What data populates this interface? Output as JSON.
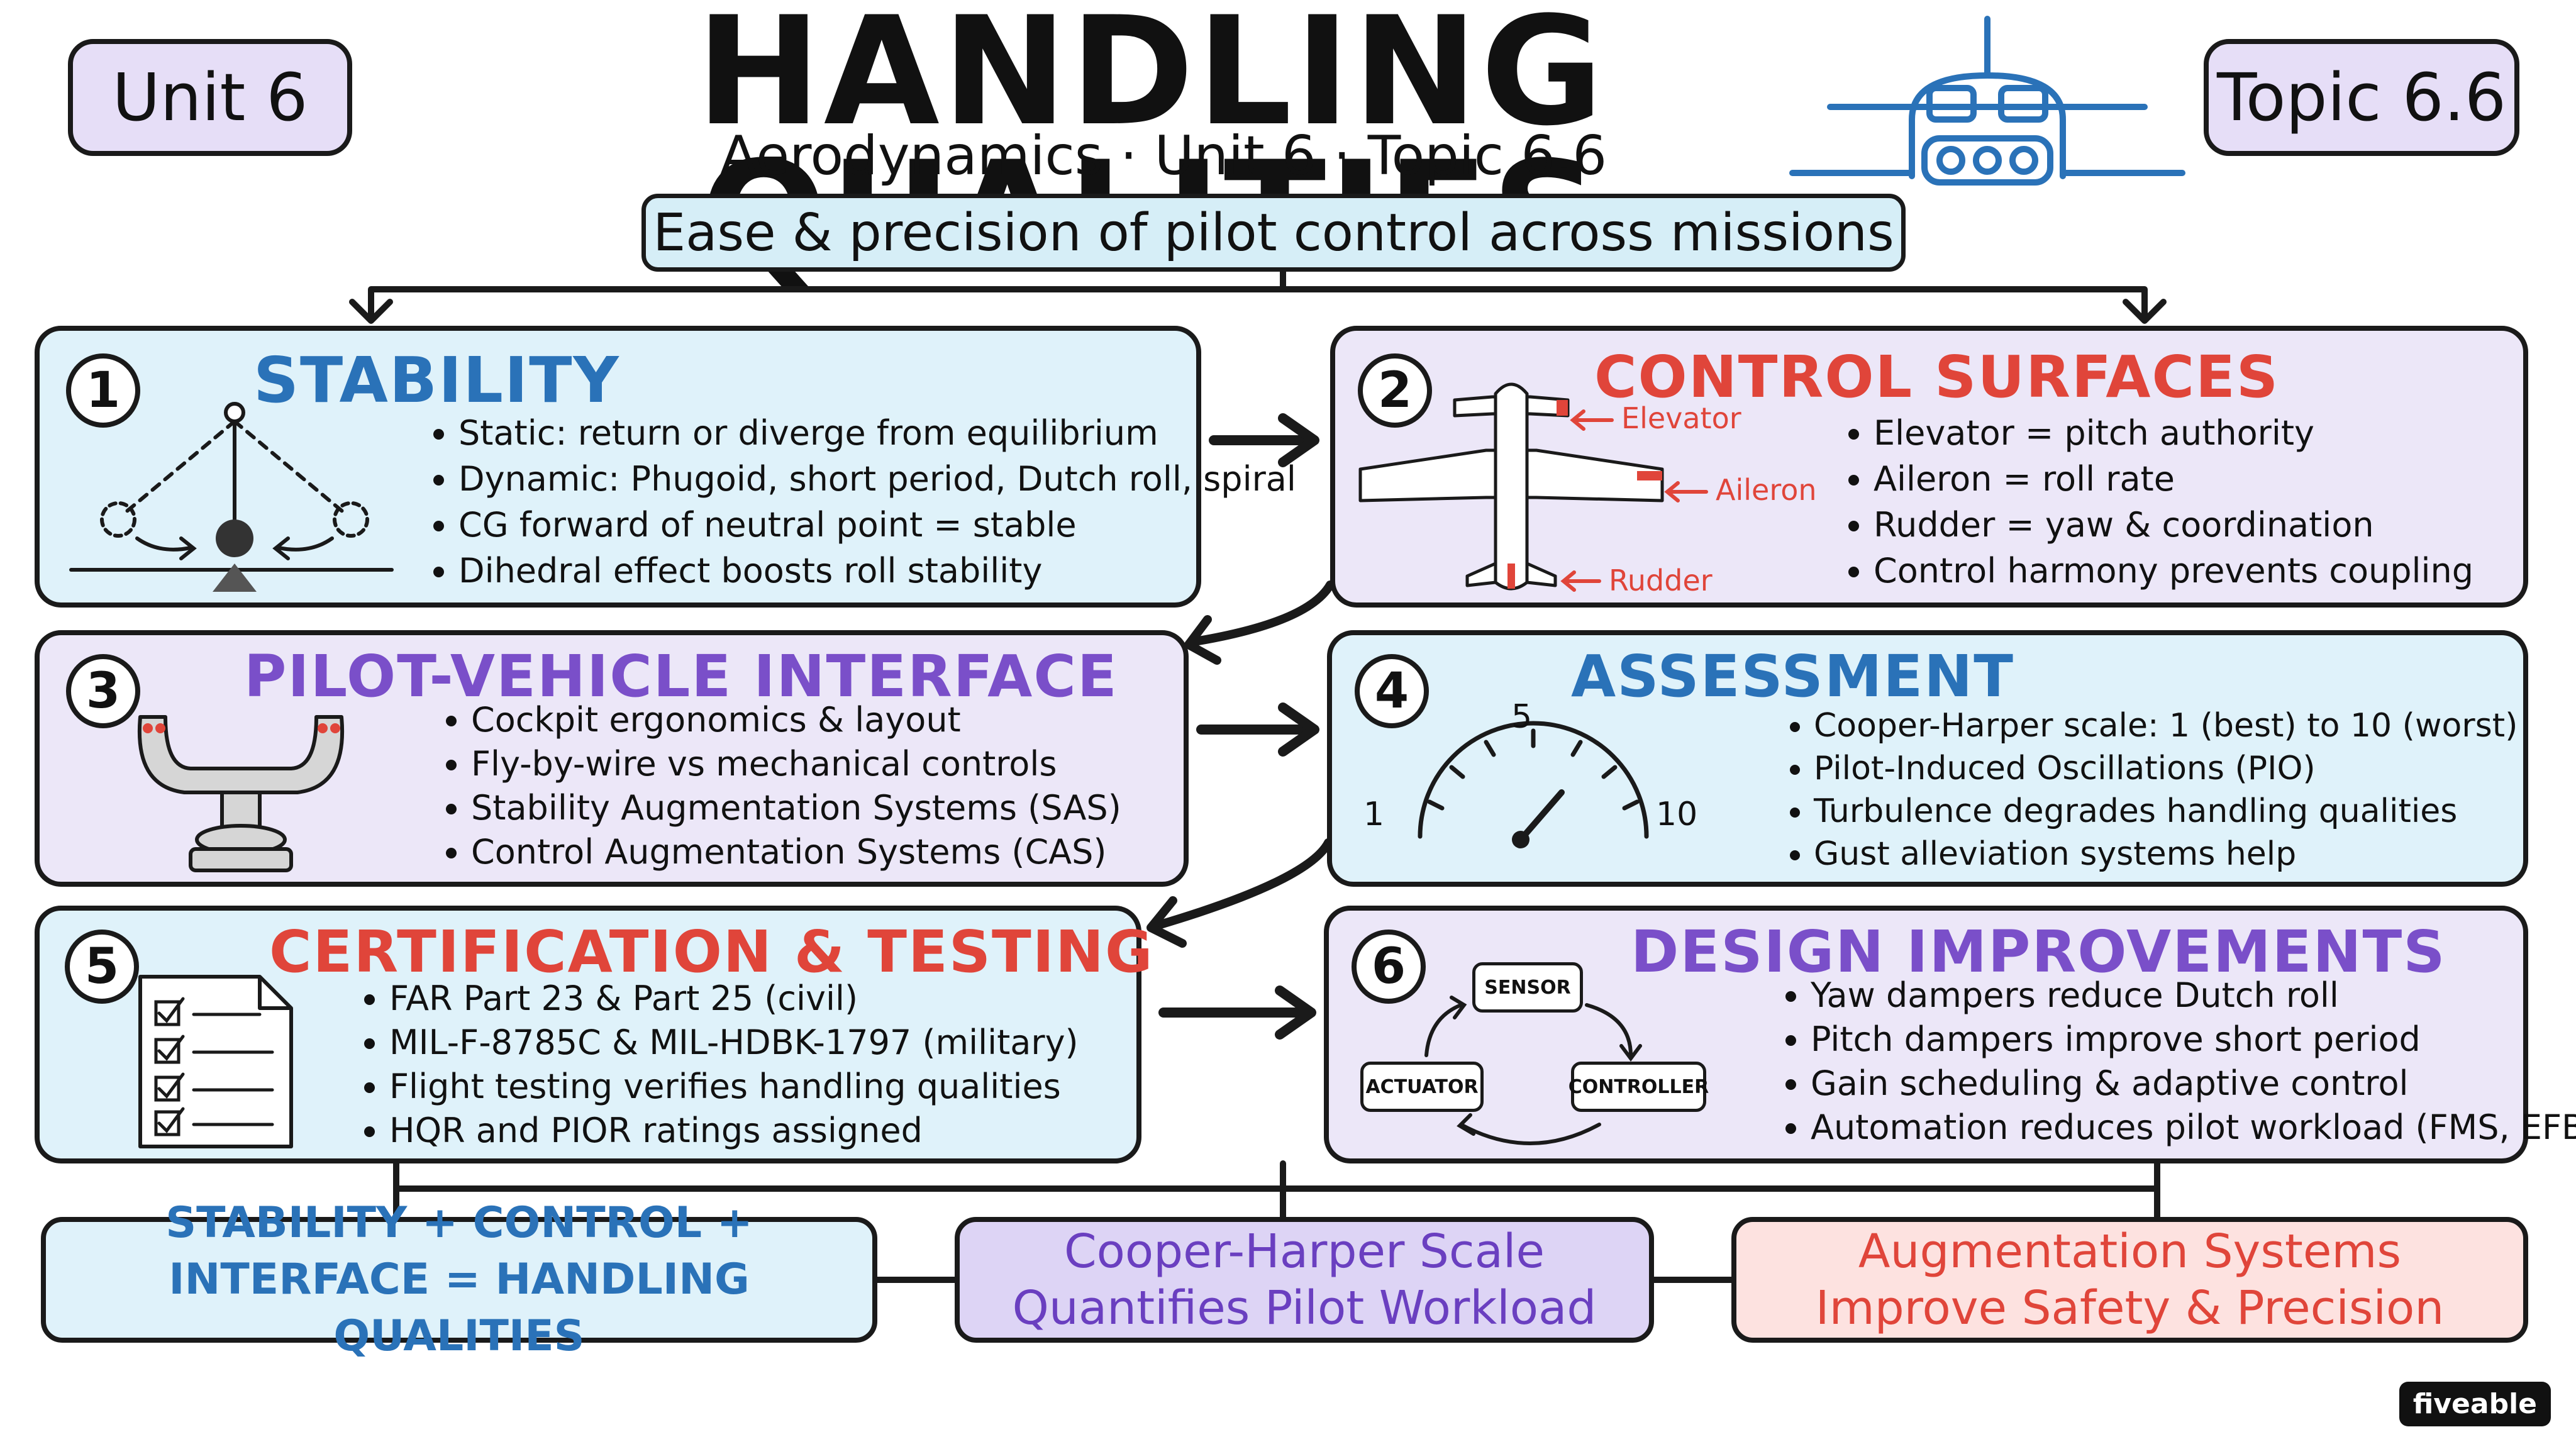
{
  "header": {
    "unit_tag": "Unit 6",
    "topic_tag": "Topic 6.6",
    "title": "HANDLING QUALITIES",
    "subtitle": "Aerodynamics · Unit 6 · Topic 6.6",
    "tagline": "Ease & precision of pilot control across missions"
  },
  "panels": [
    {
      "number": "1",
      "title": "STABILITY",
      "bullets": [
        "Static: return or diverge from equilibrium",
        "Dynamic: Phugoid, short period, Dutch roll, spiral",
        "CG forward of neutral point = stable",
        "Dihedral effect boosts roll stability"
      ]
    },
    {
      "number": "2",
      "title": "CONTROL SURFACES",
      "bullets": [
        "Elevator = pitch authority",
        "Aileron = roll rate",
        "Rudder = yaw & coordination",
        "Control harmony prevents coupling"
      ],
      "labels": {
        "elevator": "Elevator",
        "aileron": "Aileron",
        "rudder": "Rudder"
      }
    },
    {
      "number": "3",
      "title": "PILOT-VEHICLE INTERFACE",
      "bullets": [
        "Cockpit ergonomics & layout",
        "Fly-by-wire vs mechanical controls",
        "Stability Augmentation Systems (SAS)",
        "Control Augmentation Systems (CAS)"
      ]
    },
    {
      "number": "4",
      "title": "ASSESSMENT",
      "bullets": [
        "Cooper-Harper scale: 1 (best) to 10 (worst)",
        "Pilot-Induced Oscillations (PIO)",
        "Turbulence degrades handling qualities",
        "Gust alleviation systems help"
      ],
      "gauge": {
        "min": "1",
        "mid": "5",
        "max": "10"
      }
    },
    {
      "number": "5",
      "title": "CERTIFICATION & TESTING",
      "bullets": [
        "FAR Part 23 & Part 25 (civil)",
        "MIL-F-8785C & MIL-HDBK-1797 (military)",
        "Flight testing verifies handling qualities",
        "HQR and PIOR ratings assigned"
      ]
    },
    {
      "number": "6",
      "title": "DESIGN IMPROVEMENTS",
      "bullets": [
        "Yaw dampers reduce Dutch roll",
        "Pitch dampers improve short period",
        "Gain scheduling & adaptive control",
        "Automation reduces pilot workload (FMS, EFB)"
      ],
      "loop": {
        "sensor": "SENSOR",
        "actuator": "ACTUATOR",
        "controller": "CONTROLLER"
      }
    }
  ],
  "summary": [
    {
      "line1": "STABILITY + CONTROL +",
      "line2": "INTERFACE = HANDLING QUALITIES"
    },
    {
      "line1": "Cooper-Harper Scale",
      "line2": "Quantifies Pilot Workload"
    },
    {
      "line1": "Augmentation Systems",
      "line2": "Improve Safety & Precision"
    }
  ],
  "brand": "fiveable",
  "colors": {
    "blue_panel": "#dff2fa",
    "purple_panel": "#ece7f8",
    "pink_panel": "#fde2e0",
    "accent_blue": "#2a72b8",
    "accent_red": "#e0453a",
    "accent_purple": "#7a4fc9"
  }
}
